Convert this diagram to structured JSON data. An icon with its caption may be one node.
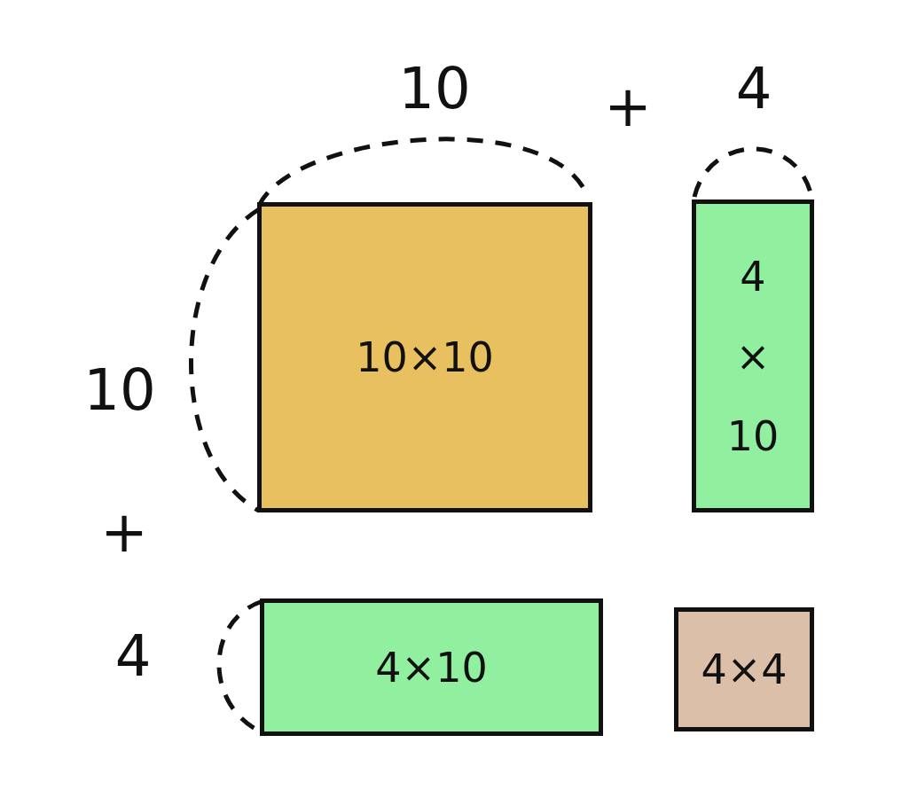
{
  "diagram": {
    "nodes": [
      {
        "text": [
          "10×10"
        ]
      },
      {
        "text": [
          "4 × 10"
        ]
      },
      {
        "text": [
          "4×10"
        ]
      },
      {
        "text": [
          "4×4"
        ]
      }
    ],
    "labels": [
      "10",
      "+",
      "4",
      "10",
      "+",
      "4"
    ]
  }
}
